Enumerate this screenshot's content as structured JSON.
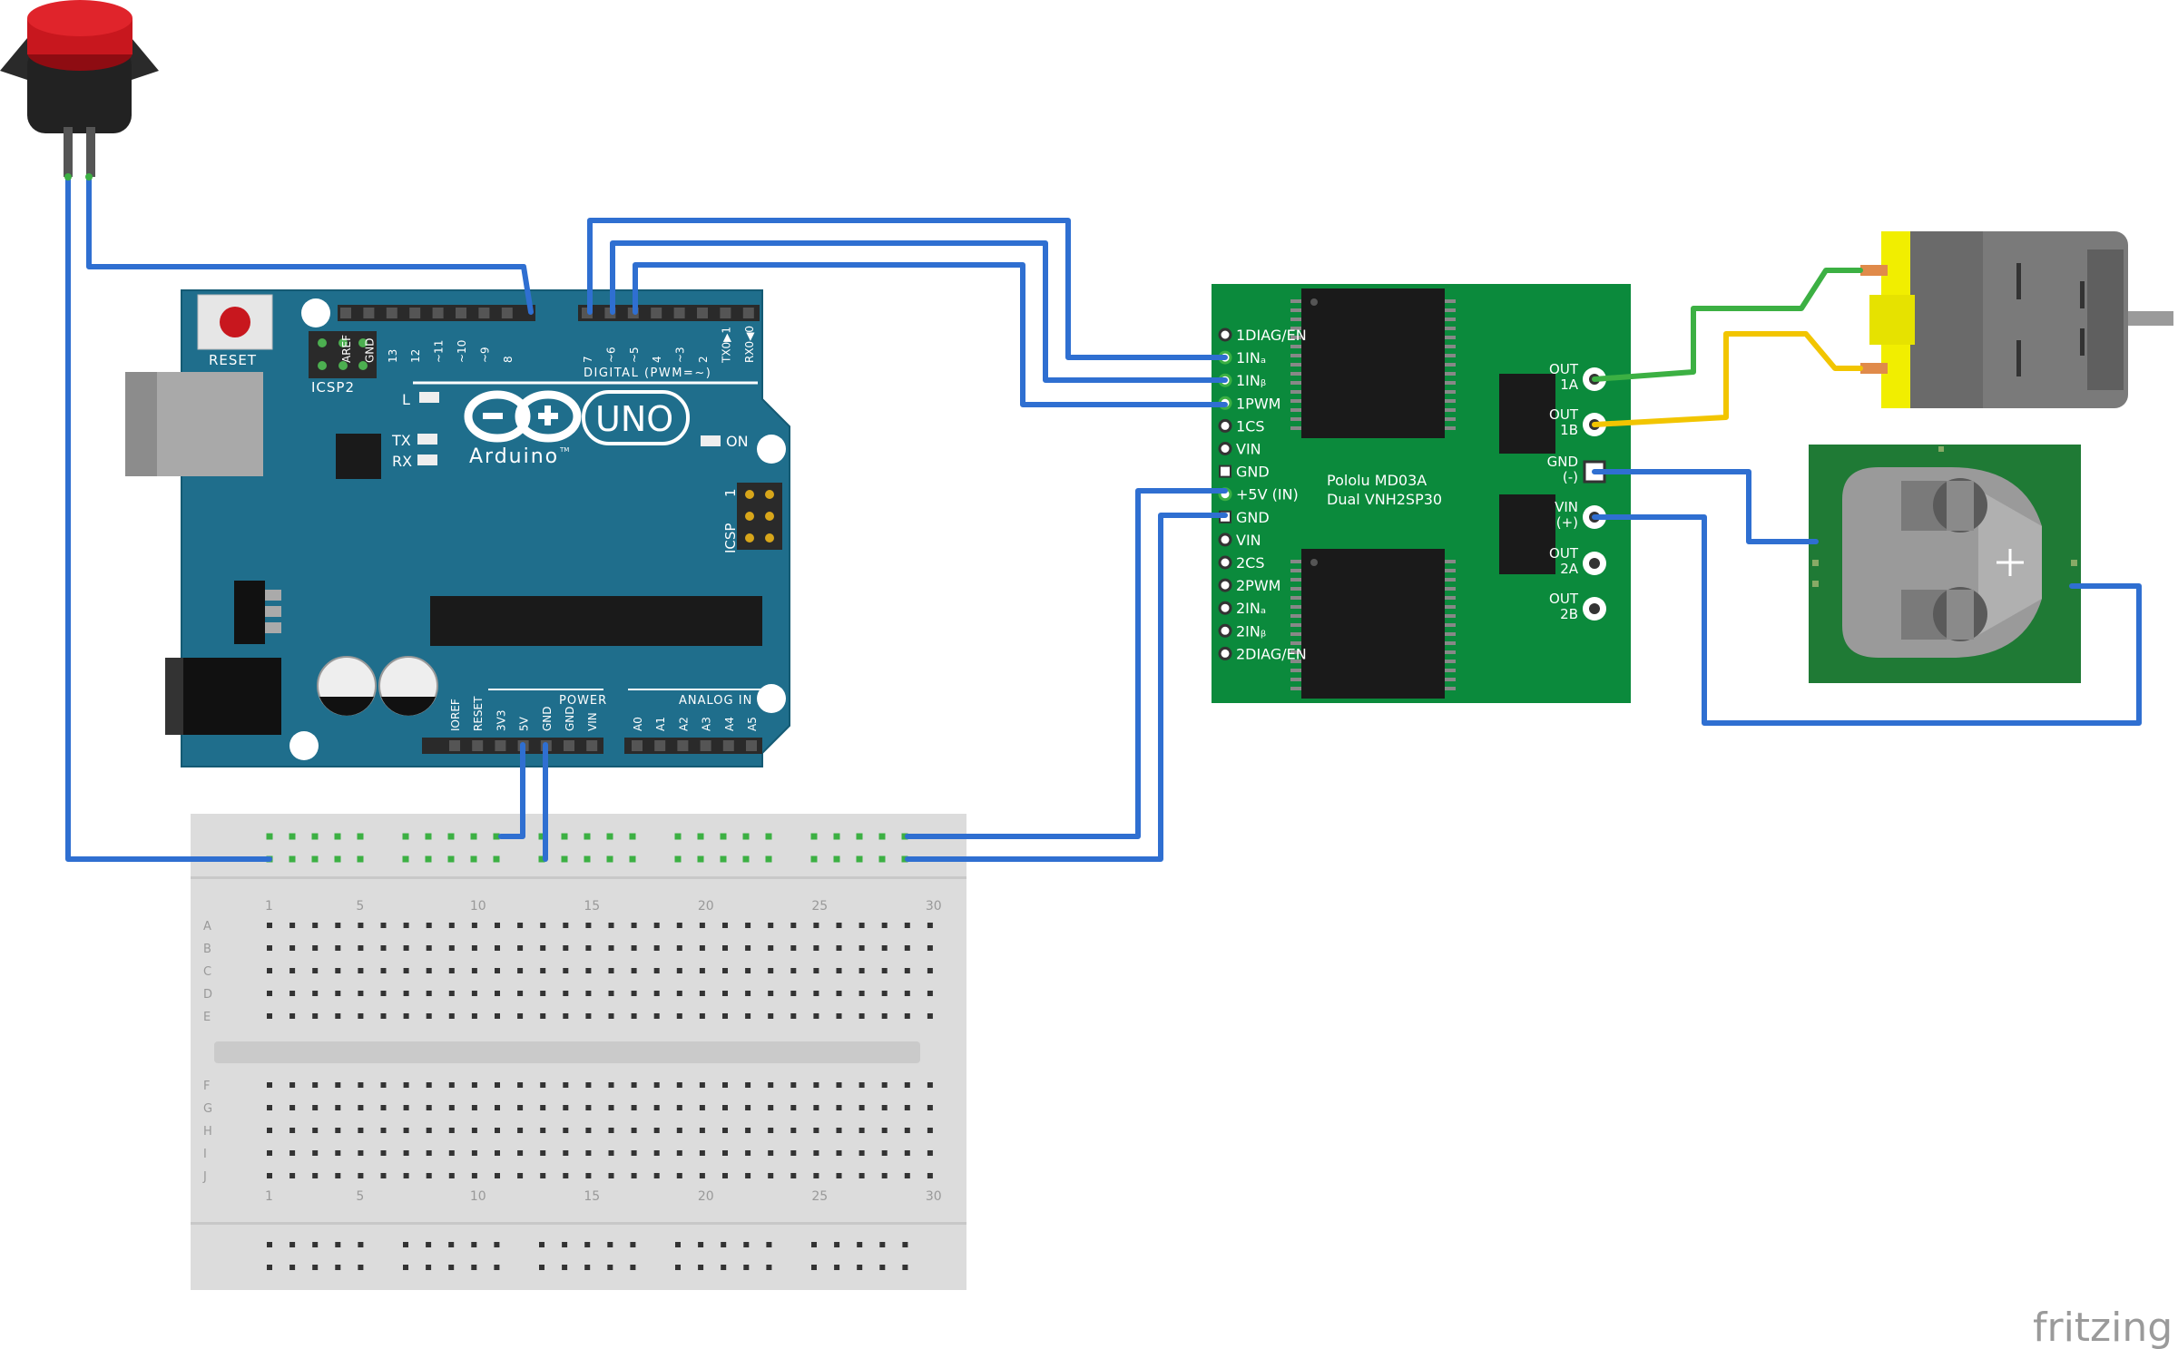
{
  "watermark": "fritzing",
  "arduino": {
    "reset_label": "RESET",
    "icsp2_label": "ICSP2",
    "icsp_label": "ICSP",
    "icsp_pin1": "1",
    "uno_label": "UNO",
    "brand_label": "Arduino",
    "tm": "TM",
    "led_l": "L",
    "led_tx": "TX",
    "led_rx": "RX",
    "led_on": "ON",
    "digital_label": "DIGITAL (PWM=~)",
    "power_label": "POWER",
    "analog_label": "ANALOG IN",
    "digital_pins": [
      "AREF",
      "GND",
      "13",
      "12",
      "~11",
      "~10",
      "~9",
      "8",
      "7",
      "~6",
      "~5",
      "4",
      "~3",
      "2",
      "TX0▶1",
      "RX0◀0"
    ],
    "power_pins": [
      "IOREF",
      "RESET",
      "3V3",
      "5V",
      "GND",
      "GND",
      "VIN"
    ],
    "analog_pins": [
      "A0",
      "A1",
      "A2",
      "A3",
      "A4",
      "A5"
    ]
  },
  "driver": {
    "name_line1": "Pololu MD03A",
    "name_line2": "Dual VNH2SP30",
    "left_pins": [
      "1DIAG/EN",
      "1INₐ",
      "1INᵦ",
      "1PWM",
      "1CS",
      "VIN",
      "GND",
      "+5V (IN)",
      "GND",
      "VIN",
      "2CS",
      "2PWM",
      "2INₐ",
      "2INᵦ",
      "2DIAG/EN"
    ],
    "right_pins": [
      {
        "top": "OUT",
        "bottom": "1A"
      },
      {
        "top": "OUT",
        "bottom": "1B"
      },
      {
        "top": "GND",
        "bottom": "(-)"
      },
      {
        "top": "VIN",
        "bottom": "(+)"
      },
      {
        "top": "OUT",
        "bottom": "2A"
      },
      {
        "top": "OUT",
        "bottom": "2B"
      }
    ]
  },
  "breadboard": {
    "col_numbers": [
      "1",
      "5",
      "10",
      "15",
      "20",
      "25",
      "30"
    ],
    "row_letters_top": [
      "A",
      "B",
      "C",
      "D",
      "E"
    ],
    "row_letters_bottom": [
      "F",
      "G",
      "H",
      "I",
      "J"
    ]
  },
  "colors": {
    "wire_blue": "#2f6fd1",
    "wire_green": "#3cb043",
    "wire_yellow": "#f2c500",
    "arduino_blue": "#1f6e8c",
    "driver_green": "#0b8a3c",
    "battery_green": "#1f7a35",
    "button_red": "#c8171e",
    "motor_grey": "#7a7a7a",
    "motor_yellow": "#f1ee00"
  }
}
